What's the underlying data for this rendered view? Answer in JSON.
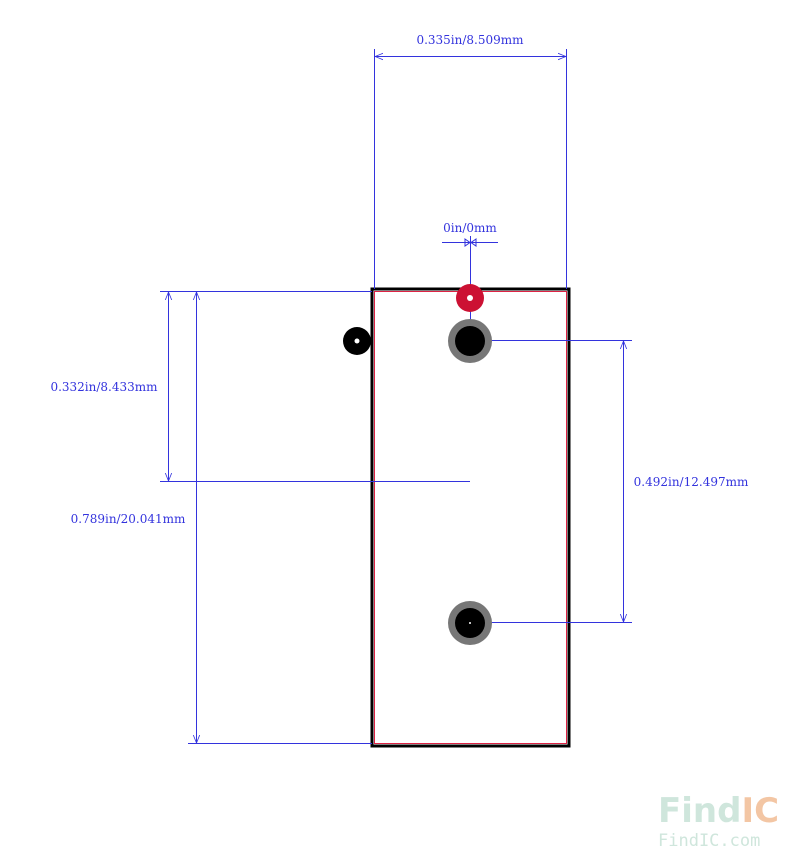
{
  "dimensions": {
    "width": "0.335in/8.509mm",
    "center_offset": "0in/0mm",
    "pin1_to_center": "0.332in/8.433mm",
    "body_length": "0.789in/20.041mm",
    "pin_pitch": "0.492in/12.497mm"
  },
  "watermark": {
    "find": "Find",
    "ic": "IC",
    "site": "FindIC.com"
  },
  "colors": {
    "dimension": "#3333dd",
    "outline": "#000000",
    "silkscreen": "#dd2244",
    "pad_ring": "#777777",
    "origin_marker": "#cc1133",
    "watermark_find": "#cfe6dc",
    "watermark_ic": "#f3c6a4"
  },
  "icons": {
    "origin": "origin-marker-icon",
    "pin1": "pin1-indicator-icon"
  }
}
